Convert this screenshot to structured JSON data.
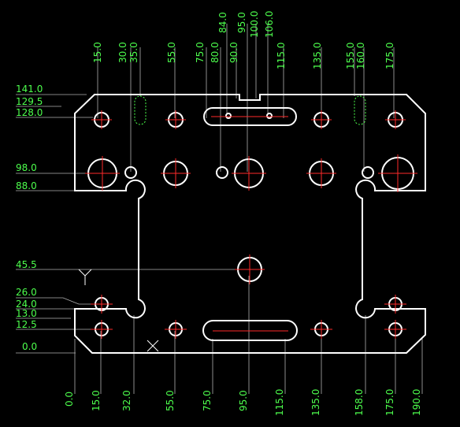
{
  "x_dims": [
    "15.0",
    "30.0",
    "35.0",
    "55.0",
    "75.0",
    "80.0",
    "84.0",
    "90.0",
    "95.0",
    "100.0",
    "106.0",
    "115.0",
    "135.0",
    "155.0",
    "160.0",
    "175.0"
  ],
  "x_bottom_dims": [
    "0.0",
    "15.0",
    "32.0",
    "55.0",
    "75.0",
    "95.0",
    "115.0",
    "135.0",
    "158.0",
    "175.0",
    "190.0"
  ],
  "y_dims": [
    "141.0",
    "129.5",
    "128.0",
    "98.0",
    "88.0",
    "45.5",
    "26.0",
    "24.0",
    "13.0",
    "12.5",
    "0.0"
  ],
  "colors": {
    "background": "#000000",
    "outline": "#ffffff",
    "dimension_text": "#4dff4d",
    "center_mark": "#ff2a2a"
  },
  "icons": {
    "ucs": "ucs-icon",
    "cursor": "crosshair-cursor-icon"
  }
}
